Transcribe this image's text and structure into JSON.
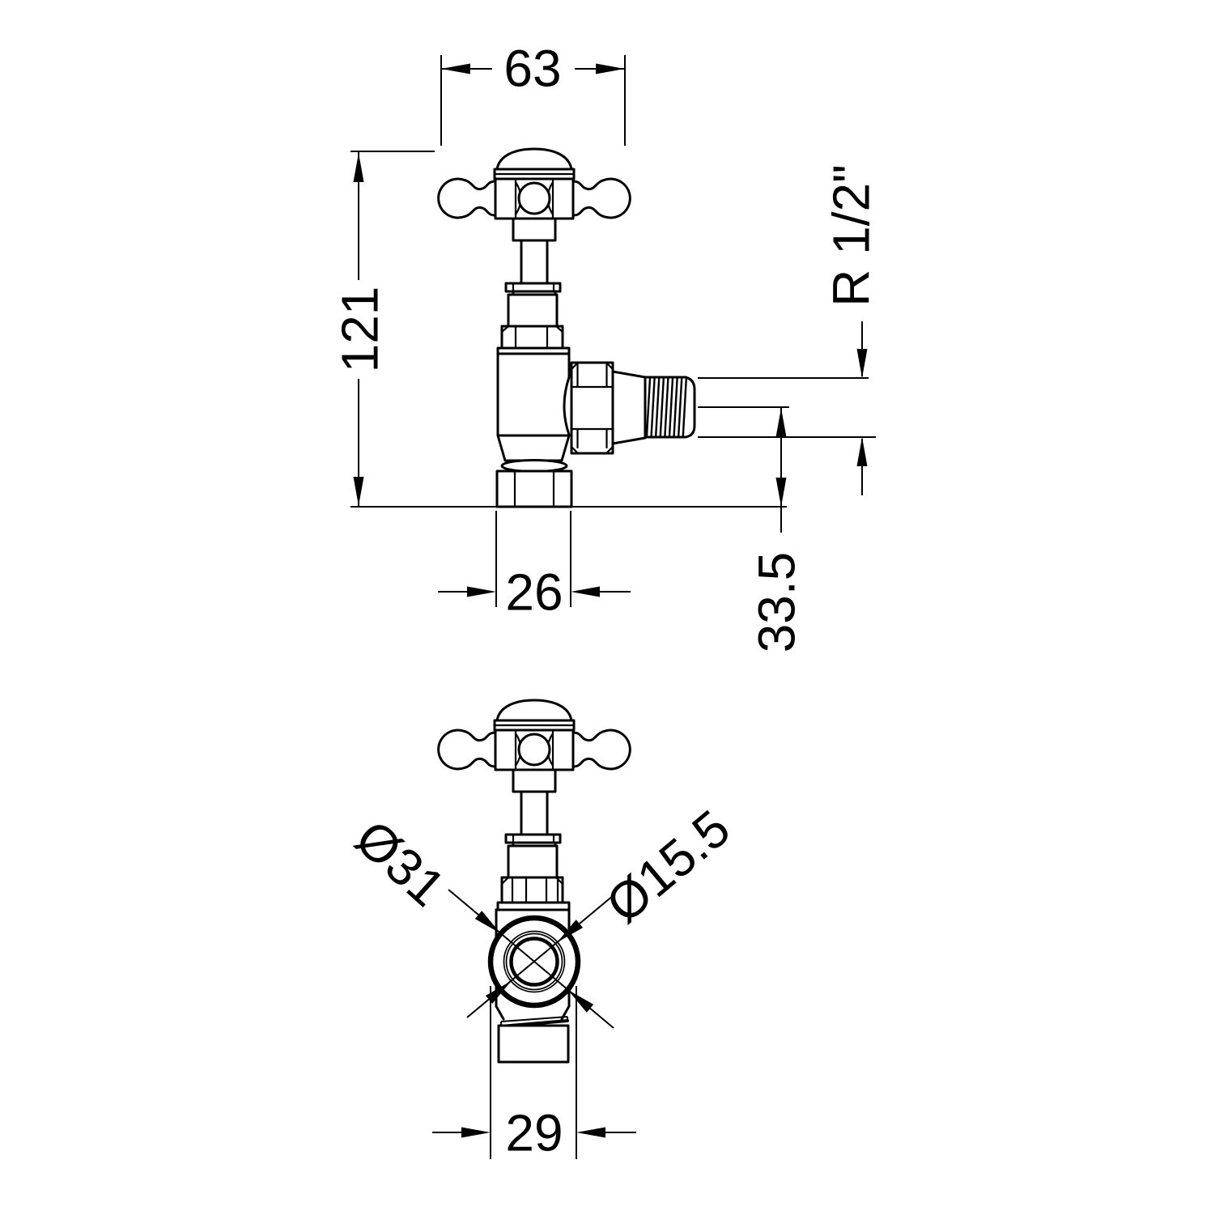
{
  "page": {
    "background": "#ffffff",
    "line_color": "#000000"
  },
  "dimensions": {
    "handle_width": "63",
    "overall_height": "121",
    "thread_size": "R 1/2\"",
    "center_to_base": "33.5",
    "tail_nut_width": "26",
    "union_diameter": "Ø31",
    "bore_diameter": "Ø15.5",
    "front_width": "29"
  }
}
